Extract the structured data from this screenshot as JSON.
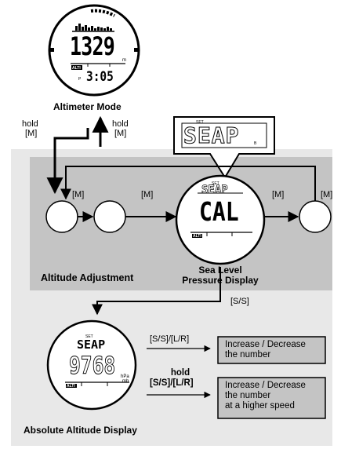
{
  "top_watch": {
    "value": "1329",
    "unit": "m",
    "alti_badge": "ALTI",
    "p_mark": "P",
    "time": "3:05",
    "caption": "Altimeter Mode"
  },
  "hold_left": {
    "line1": "hold",
    "line2": "[M]"
  },
  "hold_right": {
    "line1": "hold",
    "line2": "[M]"
  },
  "zoom_display": {
    "set_label": "SET",
    "text": "SEAP",
    "mark": "B"
  },
  "center_watch": {
    "set_label": "SET",
    "top_text": "SEAP",
    "main_text": "CAL",
    "alti_badge": "ALTI"
  },
  "m_labels": [
    "[M]",
    "[M]",
    "[M]",
    "[M]"
  ],
  "gray_panel": {
    "left_caption": "Altitude Adjustment",
    "center_caption_line1": "Sea Level",
    "center_caption_line2": "Pressure Display"
  },
  "ss_label": "[S/S]",
  "bottom_watch": {
    "set_label": "SET",
    "top_text": "SEAP",
    "main_text": "9768",
    "unit1": "hPa",
    "unit2": "mb",
    "alti_badge": "ALTI",
    "caption": "Absolute Altitude Display"
  },
  "action1": {
    "label": "[S/S]/[L/R]",
    "box_line1": "Increase / Decrease",
    "box_line2": "the number"
  },
  "action2": {
    "label_line1": "hold",
    "label_line2": "[S/S]/[L/R]",
    "box_line1": "Increase / Decrease",
    "box_line2": "the number",
    "box_line3": "at a higher speed"
  }
}
